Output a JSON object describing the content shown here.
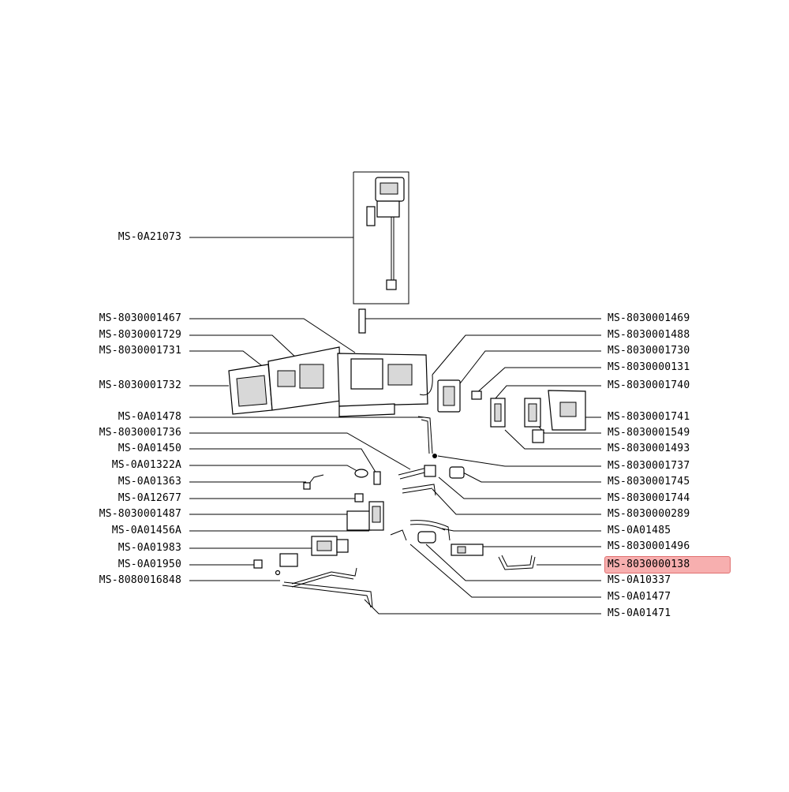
{
  "colors": {
    "highlight": "#f08080",
    "line": "#000000",
    "background": "#ffffff"
  },
  "left_labels": [
    {
      "id": "l01",
      "text": "MS-0A21073"
    },
    {
      "id": "l02",
      "text": "MS-8030001467"
    },
    {
      "id": "l03",
      "text": "MS-8030001729"
    },
    {
      "id": "l04",
      "text": "MS-8030001731"
    },
    {
      "id": "l05",
      "text": "MS-8030001732"
    },
    {
      "id": "l06",
      "text": "MS-0A01478"
    },
    {
      "id": "l07",
      "text": "MS-8030001736"
    },
    {
      "id": "l08",
      "text": "MS-0A01450"
    },
    {
      "id": "l09",
      "text": "MS-0A01322A"
    },
    {
      "id": "l10",
      "text": "MS-0A01363"
    },
    {
      "id": "l11",
      "text": "MS-0A12677"
    },
    {
      "id": "l12",
      "text": "MS-8030001487"
    },
    {
      "id": "l13",
      "text": "MS-0A01456A"
    },
    {
      "id": "l14",
      "text": "MS-0A01983"
    },
    {
      "id": "l15",
      "text": "MS-0A01950"
    },
    {
      "id": "l16",
      "text": "MS-8080016848"
    }
  ],
  "right_labels": [
    {
      "id": "r01",
      "text": "MS-8030001469"
    },
    {
      "id": "r02",
      "text": "MS-8030001488"
    },
    {
      "id": "r03",
      "text": "MS-8030001730"
    },
    {
      "id": "r04",
      "text": "MS-8030000131"
    },
    {
      "id": "r05",
      "text": "MS-8030001740"
    },
    {
      "id": "r06",
      "text": "MS-8030001741"
    },
    {
      "id": "r07",
      "text": "MS-8030001549"
    },
    {
      "id": "r08",
      "text": "MS-8030001493"
    },
    {
      "id": "r09",
      "text": "MS-8030001737"
    },
    {
      "id": "r10",
      "text": "MS-8030001745"
    },
    {
      "id": "r11",
      "text": "MS-8030001744"
    },
    {
      "id": "r12",
      "text": "MS-8030000289"
    },
    {
      "id": "r13",
      "text": "MS-0A01485"
    },
    {
      "id": "r14",
      "text": "MS-8030001496"
    },
    {
      "id": "r15",
      "text": "MS-8030000138",
      "highlighted": true
    },
    {
      "id": "r16",
      "text": "MS-0A10337"
    },
    {
      "id": "r17",
      "text": "MS-0A01477"
    },
    {
      "id": "r18",
      "text": "MS-0A01471"
    }
  ]
}
